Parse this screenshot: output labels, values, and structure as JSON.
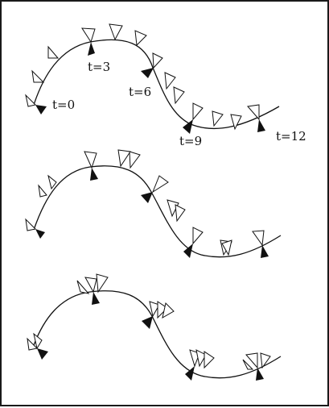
{
  "colors": {
    "stroke": "#111111",
    "filled": "#111111",
    "open": "#ffffff",
    "frame": "#1a1a1a"
  },
  "panels": [
    {
      "id": "top",
      "time_labels": [
        {
          "text": "t=0"
        },
        {
          "text": "t=3"
        },
        {
          "text": "t=6"
        },
        {
          "text": "t=9"
        },
        {
          "text": "t=12"
        }
      ]
    },
    {
      "id": "middle",
      "time_labels": []
    },
    {
      "id": "bottom",
      "time_labels": []
    }
  ]
}
